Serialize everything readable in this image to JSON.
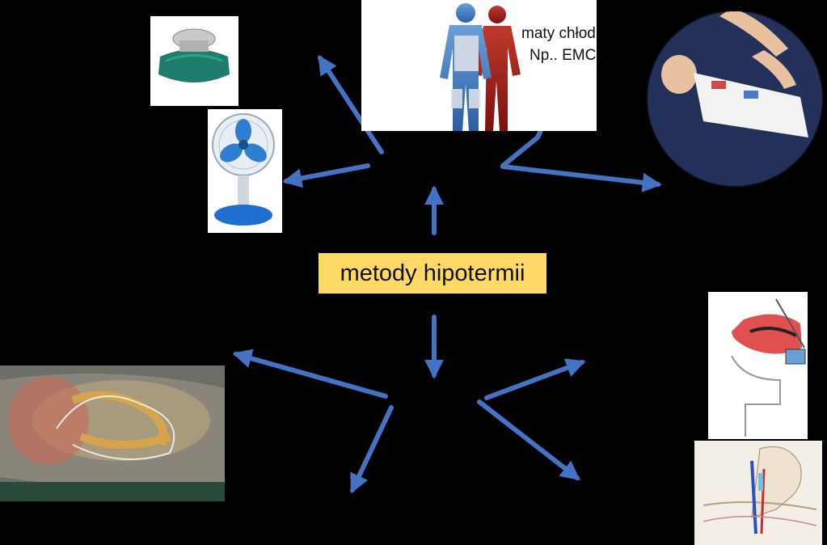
{
  "center_label": "metody hipotermii",
  "cooling_mats_text": [
    "maty chłod",
    "Np.. EMC"
  ],
  "colors": {
    "background": "#000000",
    "arrow": "#4472c4",
    "label_bg": "#ffd966"
  },
  "icons": [
    "ice-bag-icon",
    "desk-fan-icon",
    "cooling-body-figures-icon",
    "infant-cooling-wrap-icon",
    "bowel-lavage-catheter-icon",
    "nasal-cooling-device-icon",
    "central-venous-catheter-icon"
  ]
}
